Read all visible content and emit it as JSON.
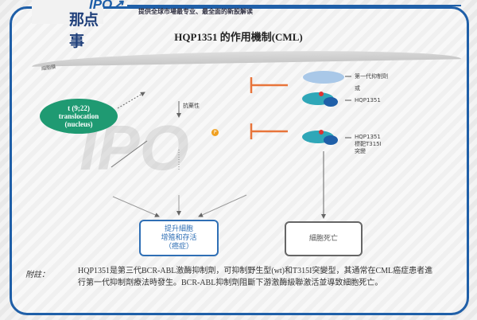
{
  "header": {
    "logo_text": "IPO 那点事",
    "tagline": "提供全球市場最专业、最全面的新股解读"
  },
  "title": "HQP1351 的作用機制(CML)",
  "diagram": {
    "membrane_label": "細胞膜",
    "translocation": [
      "t (9;22)",
      "translocation",
      "(nucleus)"
    ],
    "resistance_label": "抗藥性",
    "phospho_label": "P",
    "inhibitor_labels": {
      "first_gen": "第一代抑制劑",
      "or": "或",
      "hqp": "HQP1351",
      "hqp_t315i": [
        "HQP1351",
        "標靶T315I",
        "突變"
      ]
    },
    "proliferation_box": [
      "提升細胞",
      "增殖和存活",
      "（癌症）"
    ],
    "death_box": "細胞死亡",
    "colors": {
      "oval": "#1f9a72",
      "inhibit": "#e8743a",
      "box_blue": "#2f6fb5",
      "frame": "#1f5fa8"
    }
  },
  "note": {
    "label": "附註：",
    "text": "HQP1351是第三代BCR-ABL激酶抑制劑，可抑制野生型(wt)和T315I突變型，其通常在CML癌症患者進行第一代抑制劑療法時發生。BCR-ABL抑制劑阻斷下游激酶級聯激活並導致細胞死亡。"
  }
}
